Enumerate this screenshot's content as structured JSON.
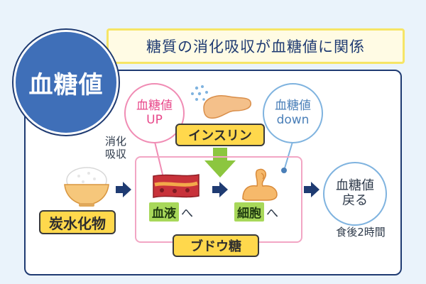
{
  "main_title": "血糖値",
  "banner_text": "糖質の消化吸収が血糖値に関係",
  "up_bubble": {
    "line1": "血糖値",
    "line2": "UP"
  },
  "down_bubble": {
    "line1": "血糖値",
    "line2": "down"
  },
  "insulin_label": "インスリン",
  "digest_text": {
    "line1": "消化",
    "line2": "吸収"
  },
  "carb_label": "炭水化物",
  "blood_tag": {
    "word": "血液",
    "suffix": "へ"
  },
  "cell_tag": {
    "word": "細胞",
    "suffix": "へ"
  },
  "glucose_label": "ブドウ糖",
  "return_bubble": {
    "line1": "血糖値",
    "line2": "戻る"
  },
  "after_meal_text": "食後2時間",
  "icons": [
    "rice-bowl-icon",
    "blood-vessel-icon",
    "muscle-arm-icon",
    "pancreas-icon",
    "insulin-down-arrow-icon",
    "flow-arrow-icon"
  ],
  "colors": {
    "navy": "#1f3b72",
    "circle_blue": "#3f6fb8",
    "yellow": "#ffd84c",
    "banner_border": "#f6e566",
    "pink": "#f08cb4",
    "light_blue": "#7fb3df",
    "green": "#8cc63f",
    "background": "#eaf3fb"
  }
}
